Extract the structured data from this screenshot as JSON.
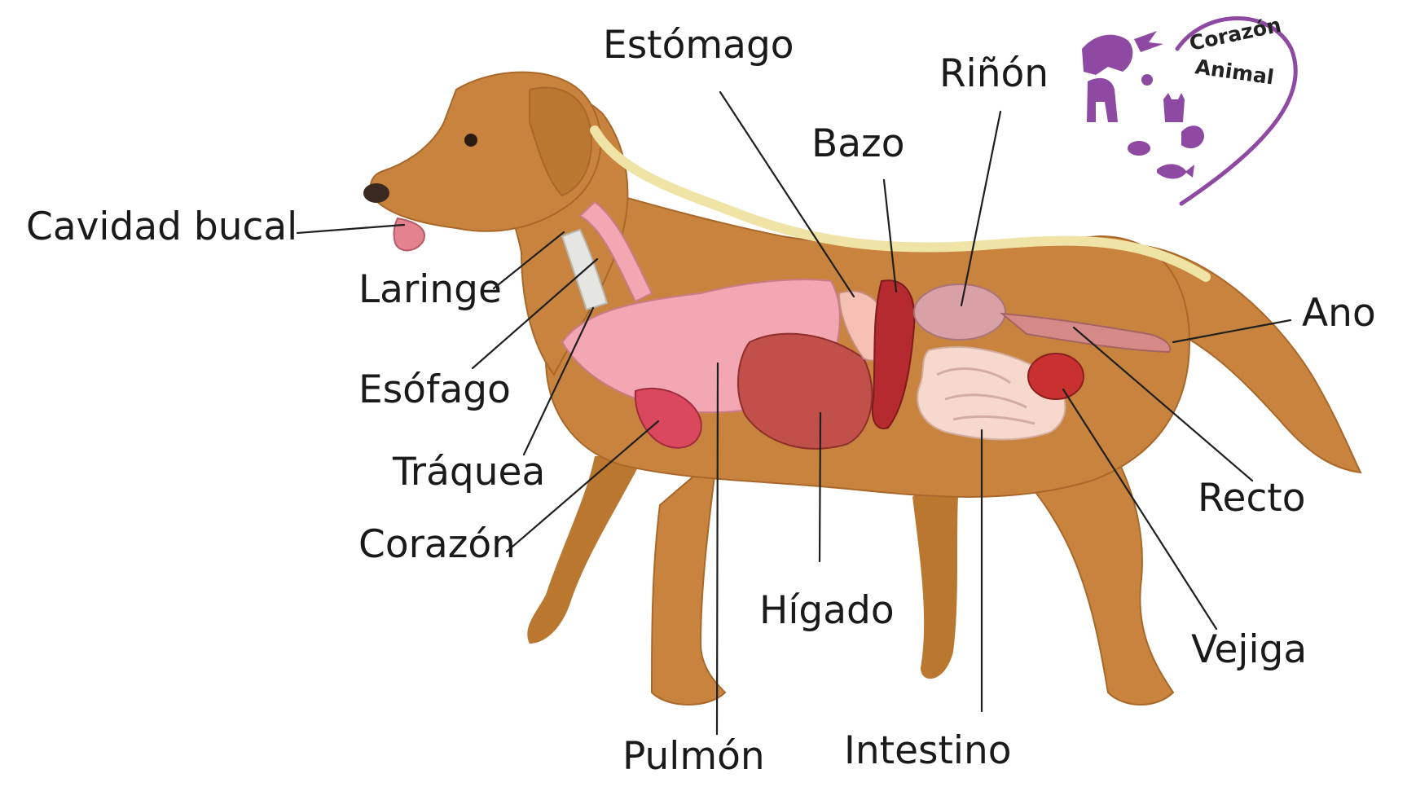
{
  "diagram": {
    "labels": {
      "cavidad_bucal": "Cavidad bucal",
      "laringe": "Laringe",
      "esofago": "Esófago",
      "traquea": "Tráquea",
      "corazon": "Corazón",
      "pulmon": "Pulmón",
      "estomago": "Estómago",
      "higado": "Hígado",
      "bazo": "Bazo",
      "rinon": "Riñón",
      "intestino": "Intestino",
      "ano": "Ano",
      "recto": "Recto",
      "vejiga": "Vejiga"
    }
  },
  "logo": {
    "line1": "Corazón",
    "line2": "Animal",
    "color": "#8e4aa3"
  },
  "colors": {
    "fur": "#c8843e",
    "fur_dark": "#a9682a",
    "spine": "#efe3a6",
    "lung": "#f2a7b3",
    "heart": "#d9485c",
    "liver": "#c2504a",
    "spleen": "#b52a2e",
    "kidney": "#d9a1a6",
    "intestine": "#f6d8cd",
    "bladder": "#c8312f"
  }
}
